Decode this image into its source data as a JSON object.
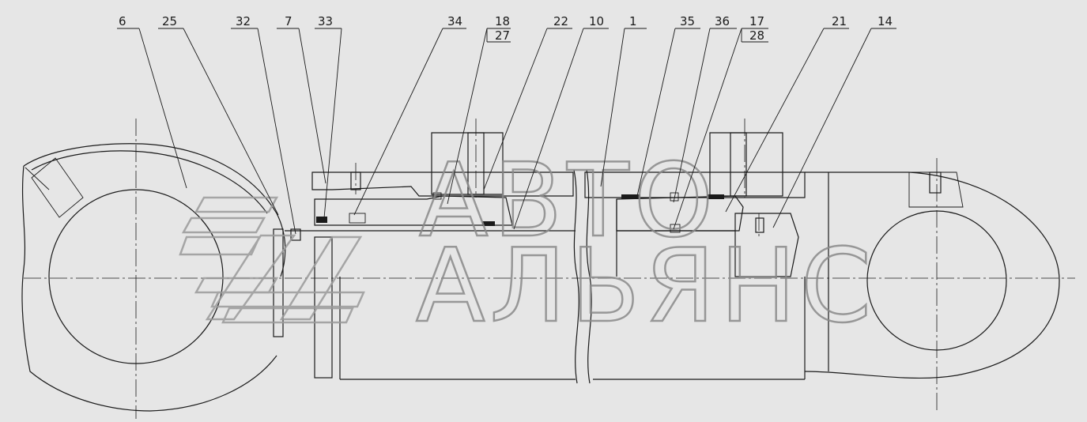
{
  "callouts": [
    {
      "text": "6"
    },
    {
      "text": "25"
    },
    {
      "text": "32"
    },
    {
      "text": "7"
    },
    {
      "text": "33"
    },
    {
      "text": "34"
    },
    {
      "text": "18",
      "sub": "27"
    },
    {
      "text": "22"
    },
    {
      "text": "10"
    },
    {
      "text": "1"
    },
    {
      "text": "35"
    },
    {
      "text": "36"
    },
    {
      "text": "17",
      "sub": "28"
    },
    {
      "text": "21"
    },
    {
      "text": "14"
    }
  ],
  "watermark": {
    "top": "АВТО",
    "bottom": "АЛЬЯНС"
  }
}
